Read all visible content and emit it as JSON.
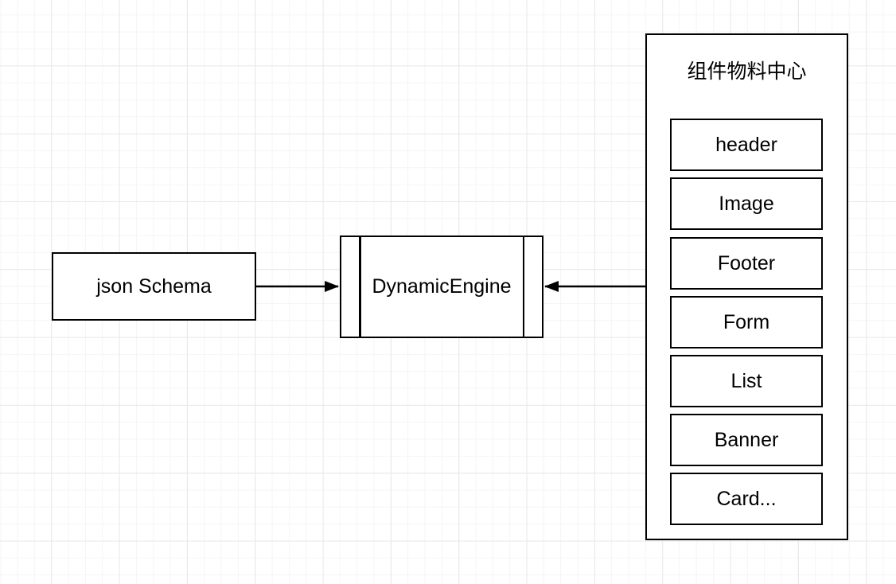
{
  "diagram": {
    "type": "flow-diagram",
    "colors": {
      "background": "#ffffff",
      "grid_minor": "#f5f5f5",
      "grid_major": "#e8e8e8",
      "shape_stroke": "#000000",
      "shape_fill": "#ffffff",
      "text": "#000000"
    },
    "nodes": {
      "json_schema": {
        "label": "json Schema",
        "shape": "rectangle"
      },
      "dynamic_engine": {
        "label": "DynamicEngine",
        "shape": "process"
      },
      "material_center": {
        "title": "组件物料中心",
        "shape": "container",
        "components": [
          {
            "label": "header"
          },
          {
            "label": "Image"
          },
          {
            "label": "Footer"
          },
          {
            "label": "Form"
          },
          {
            "label": "List"
          },
          {
            "label": "Banner"
          },
          {
            "label": "Card..."
          }
        ]
      }
    },
    "edges": [
      {
        "from": "json_schema",
        "to": "dynamic_engine",
        "arrow": "right-arrowhead"
      },
      {
        "from": "material_center",
        "to": "dynamic_engine",
        "arrow": "left-arrowhead"
      }
    ]
  }
}
